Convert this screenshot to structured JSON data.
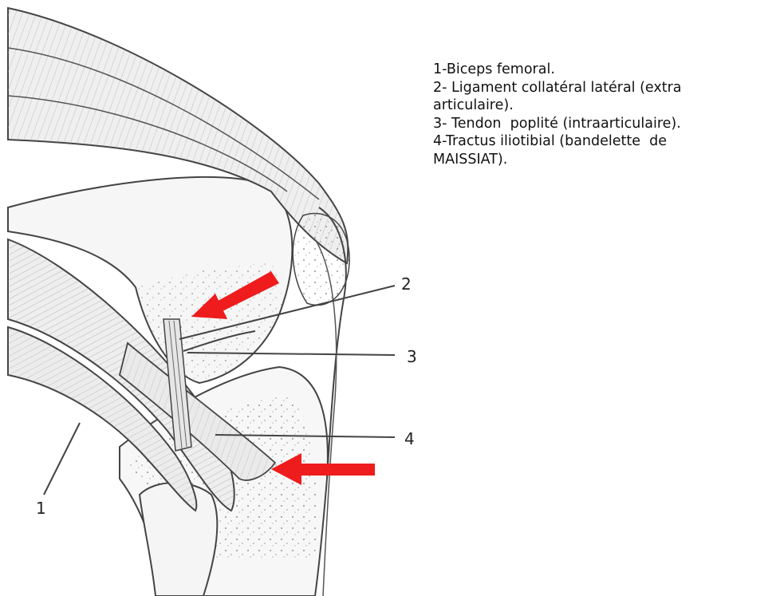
{
  "legend": {
    "items": [
      "1-Biceps femoral.",
      "2- Ligament collatéral latéral (extra",
      "articulaire).",
      "3- Tendon  poplité (intraarticulaire).",
      "4-Tractus iliotibial (bandelette  de",
      "MAISSIAT)."
    ]
  },
  "callouts": {
    "c1": "1",
    "c2": "2",
    "c3": "3",
    "c4": "4"
  },
  "colors": {
    "arrow": "#ee1c1c",
    "stroke": "#444444",
    "fill": "#f4f4f4"
  }
}
